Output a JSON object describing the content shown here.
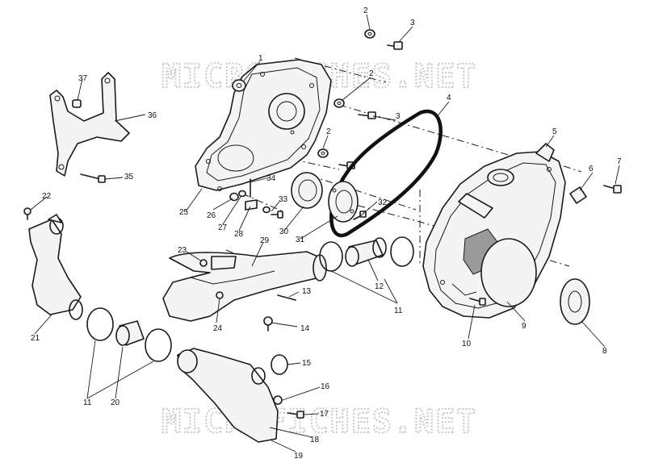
{
  "watermark": {
    "text": "MICROFICHES.NET"
  },
  "callouts": {
    "c1": "1",
    "c2a": "2",
    "c2b": "2",
    "c2c": "2",
    "c3a": "3",
    "c3b": "3",
    "c4": "4",
    "c5": "5",
    "c6": "6",
    "c7": "7",
    "c8": "8",
    "c9": "9",
    "c10": "10",
    "c11a": "11",
    "c11b": "11",
    "c12": "12",
    "c13": "13",
    "c14": "14",
    "c15": "15",
    "c16": "16",
    "c17": "17",
    "c18": "18",
    "c19": "19",
    "c20": "20",
    "c21": "21",
    "c22": "22",
    "c23": "23",
    "c24": "24",
    "c25": "25",
    "c26": "26",
    "c27": "27",
    "c28": "28",
    "c29": "29",
    "c30": "30",
    "c31": "31",
    "c32": "32",
    "c33": "33",
    "c34": "34",
    "c35": "35",
    "c36": "36",
    "c37": "37"
  }
}
